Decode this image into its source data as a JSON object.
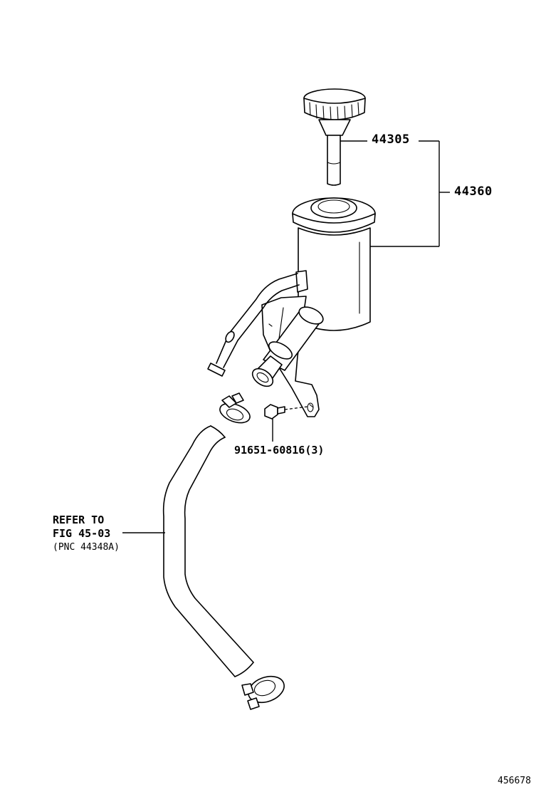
{
  "parts": {
    "cap": {
      "number": "44305",
      "icon": "reservoir-cap-icon"
    },
    "reservoir_assy": {
      "number": "44360",
      "icon": "reservoir-tank-icon"
    },
    "bolt": {
      "number": "91651-60816(3)",
      "icon": "flange-bolt-icon"
    },
    "hose": {
      "icon": "return-hose-icon"
    },
    "clamps": {
      "icon": "hose-clamp-icon"
    }
  },
  "reference": {
    "line1": "REFER TO",
    "line2": "FIG 45-03",
    "line3": "(PNC 44348A)"
  },
  "diagram_id": "456678"
}
